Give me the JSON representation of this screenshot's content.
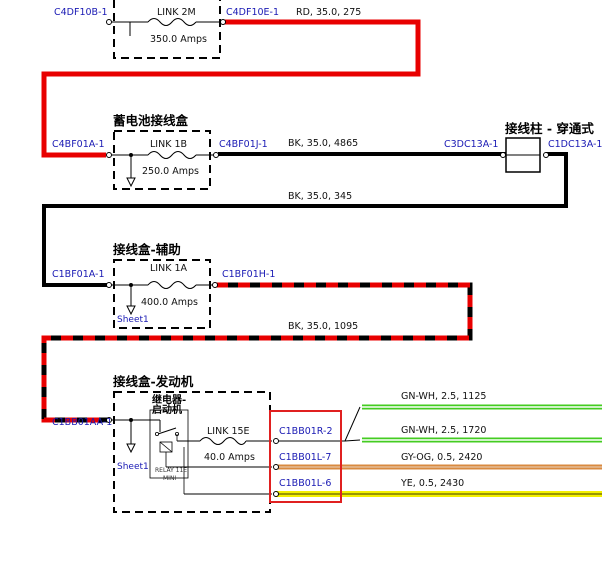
{
  "colors": {
    "red": "#e80000",
    "black": "#000000",
    "green": "#44cc22",
    "orange": "#d88a40",
    "yellow": "#f4f000",
    "connector_text": "#1a1ab4",
    "highlight": "#e02020"
  },
  "connectors": {
    "c4df10b": "C4DF10B-1",
    "c4df10e": "C4DF10E-1",
    "c4bf01a": "C4BF01A-1",
    "c4bf01j": "C4BF01J-1",
    "c3dc13a": "C3DC13A-1",
    "c1dc13a": "C1DC13A-1",
    "c1bf01a": "C1BF01A-1",
    "c1bf01h": "C1BF01H-1",
    "c1bb01aa": "C1BB01AA-1",
    "c1bb01r2": "C1BB01R-2",
    "c1bb01l7": "C1BB01L-7",
    "c1bb01l6": "C1BB01L-6"
  },
  "wires": {
    "w_rd_275": "RD,  35.0,  275",
    "w_bk_4865": "BK,  35.0,  4865",
    "w_bk_345": "BK,  35.0,  345",
    "w_bk_1095": "BK,  35.0,  1095",
    "w_gnwh_1125": "GN-WH,  2.5,  1125",
    "w_gnwh_1720": "GN-WH,  2.5,  1720",
    "w_gyog_2420": "GY-OG,  0.5,  2420",
    "w_ye_2430": "YE,  0.5,  2430"
  },
  "links": {
    "link2m_name": "LINK 2M",
    "link2m_rating": "350.0 Amps",
    "link1b_name": "LINK 1B",
    "link1b_rating": "250.0 Amps",
    "link1a_name": "LINK 1A",
    "link1a_rating": "400.0 Amps",
    "link15e_name": "LINK 15E",
    "link15e_rating": "40.0 Amps"
  },
  "boxes": {
    "battery_box": "蓄电池接线盒",
    "terminal_post": "接线柱 - 穿通式",
    "aux_box": "接线盒-辅助",
    "engine_box": "接线盒-发动机",
    "relay_title_1": "继电器-",
    "relay_title_2": "启动机",
    "relay_small_1": "RELAY 11E",
    "relay_small_2": "MINI",
    "sheet_aux": "Sheet1",
    "sheet_engine": "Sheet1"
  }
}
